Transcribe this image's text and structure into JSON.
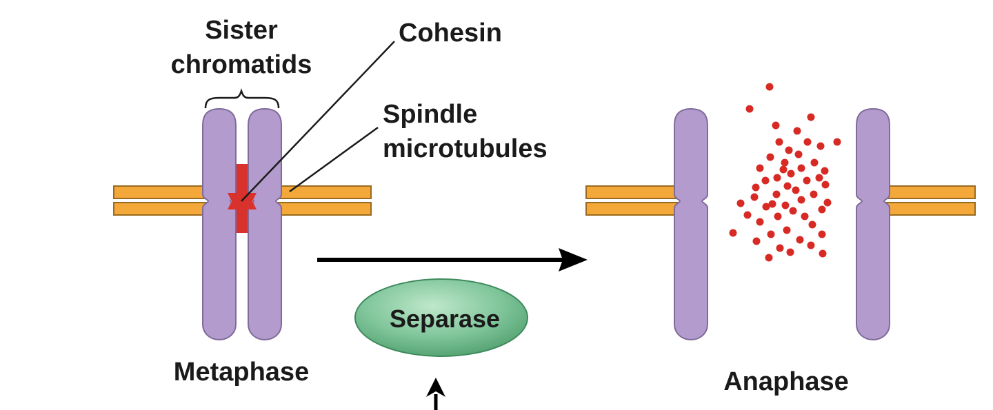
{
  "labels": {
    "sister_line1": "Sister",
    "sister_line2": "chromatids",
    "cohesin": "Cohesin",
    "spindle_line1": "Spindle",
    "spindle_line2": "microtubules",
    "metaphase": "Metaphase",
    "separase": "Separase",
    "anaphase": "Anaphase"
  },
  "colors": {
    "chromatid": "#b39ccd",
    "chromatid_stroke": "#7f6a9a",
    "cohesin": "#d9312b",
    "microtubule": "#f4a83a",
    "microtubule_stroke": "#9a6a1e",
    "separase_fill": "#7cc398",
    "separase_stroke": "#3f8a5c",
    "arrow": "#000000",
    "cleaved_cohesin_dots": "#d72a24"
  }
}
